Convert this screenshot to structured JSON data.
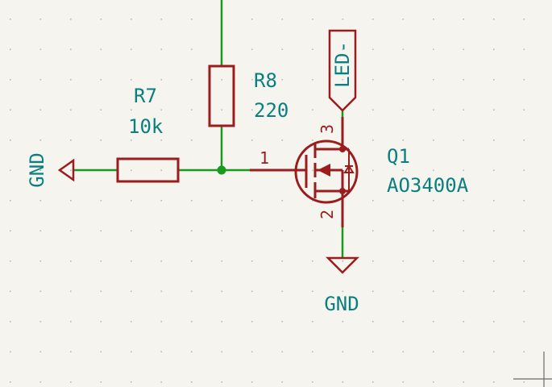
{
  "colors": {
    "background": "#f5f4ef",
    "grid": "#b8b8b8",
    "wire": "#1a9a1a",
    "component": "#9b1c1c",
    "label": "#0a7f7f"
  },
  "components": {
    "r7": {
      "ref": "R7",
      "value": "10k"
    },
    "r8": {
      "ref": "R8",
      "value": "220"
    },
    "q1": {
      "ref": "Q1",
      "value": "AO3400A",
      "pin_gate": "1",
      "pin_source": "2",
      "pin_drain": "3"
    }
  },
  "nets": {
    "gnd_left": "GND",
    "gnd_bottom": "GND",
    "led_minus": "LED-"
  }
}
